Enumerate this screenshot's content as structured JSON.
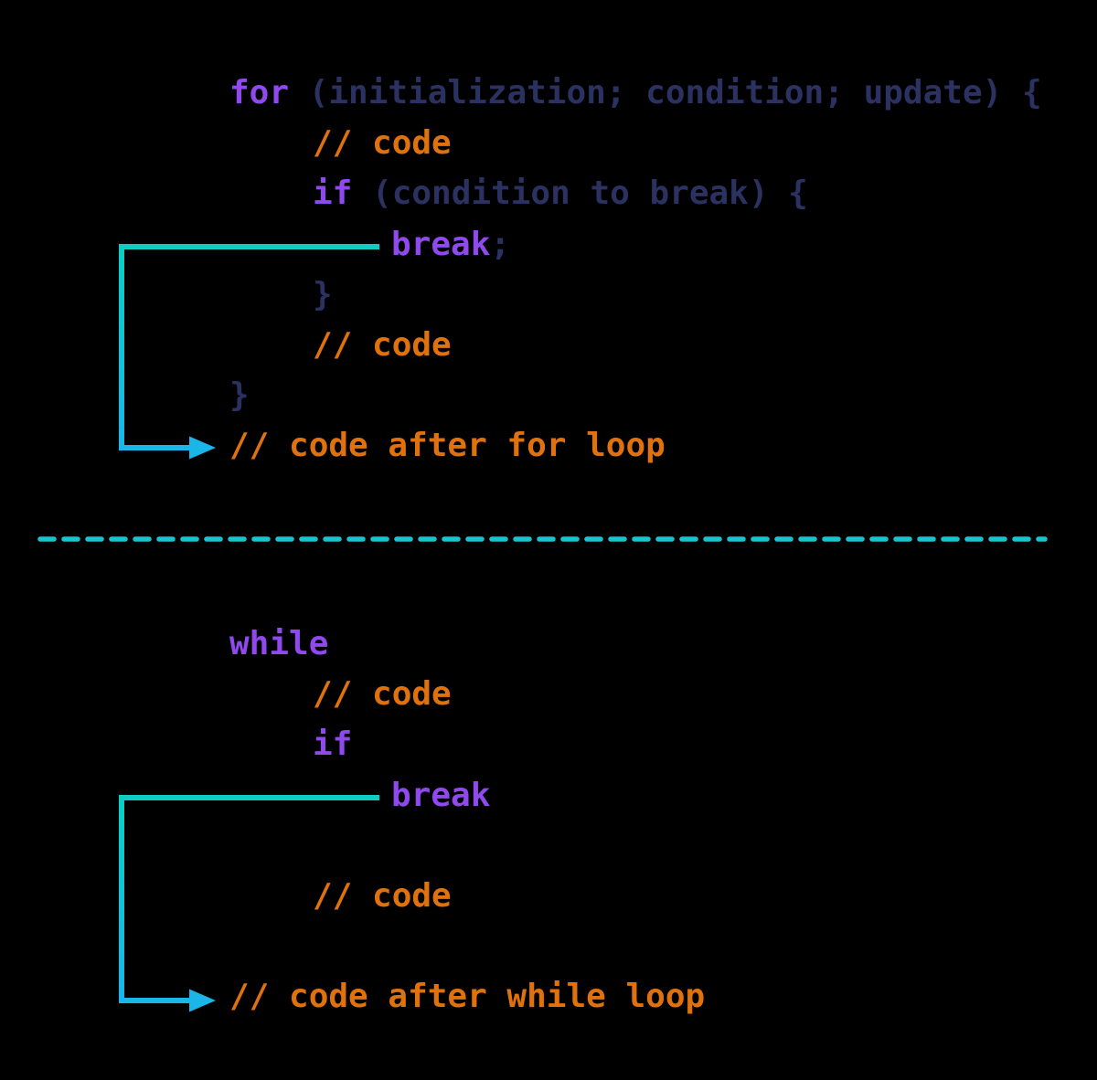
{
  "colors": {
    "background": "#000000",
    "keyword": "#8F49EE",
    "code": "#2B3160",
    "comment": "#E0720D",
    "arrow_teal": "#0DCEC2",
    "arrow_cyan": "#1AB6E8",
    "separator": "#18C4D0"
  },
  "for_section": {
    "lines": [
      {
        "indent": 0,
        "tokens": [
          {
            "type": "keyword",
            "text": "for"
          },
          {
            "type": "code",
            "text": " (initialization; condition; update) {"
          }
        ]
      },
      {
        "indent": 1,
        "tokens": [
          {
            "type": "comment",
            "text": "// code"
          }
        ]
      },
      {
        "indent": 1,
        "tokens": [
          {
            "type": "keyword",
            "text": "if"
          },
          {
            "type": "code",
            "text": " (condition to break) {"
          }
        ]
      },
      {
        "indent": 2,
        "tokens": [
          {
            "type": "keyword",
            "text": "break"
          },
          {
            "type": "code",
            "text": ";"
          }
        ]
      },
      {
        "indent": 1,
        "tokens": [
          {
            "type": "code",
            "text": "}"
          }
        ]
      },
      {
        "indent": 1,
        "tokens": [
          {
            "type": "comment",
            "text": "// code"
          }
        ]
      },
      {
        "indent": 0,
        "tokens": [
          {
            "type": "code",
            "text": "}"
          }
        ]
      },
      {
        "indent": 0,
        "tokens": [
          {
            "type": "comment",
            "text": "// code after for loop"
          }
        ]
      }
    ]
  },
  "while_section": {
    "lines": [
      {
        "indent": 0,
        "tokens": [
          {
            "type": "keyword",
            "text": "while"
          }
        ]
      },
      {
        "indent": 1,
        "tokens": [
          {
            "type": "comment",
            "text": "// code"
          }
        ]
      },
      {
        "indent": 1,
        "tokens": [
          {
            "type": "keyword",
            "text": "if"
          }
        ]
      },
      {
        "indent": 2,
        "tokens": [
          {
            "type": "keyword",
            "text": "break"
          }
        ]
      },
      {
        "indent": 0,
        "tokens": []
      },
      {
        "indent": 1,
        "tokens": [
          {
            "type": "comment",
            "text": "// code"
          }
        ]
      },
      {
        "indent": 0,
        "tokens": []
      },
      {
        "indent": 0,
        "tokens": [
          {
            "type": "comment",
            "text": "// code after while loop"
          }
        ]
      }
    ]
  }
}
